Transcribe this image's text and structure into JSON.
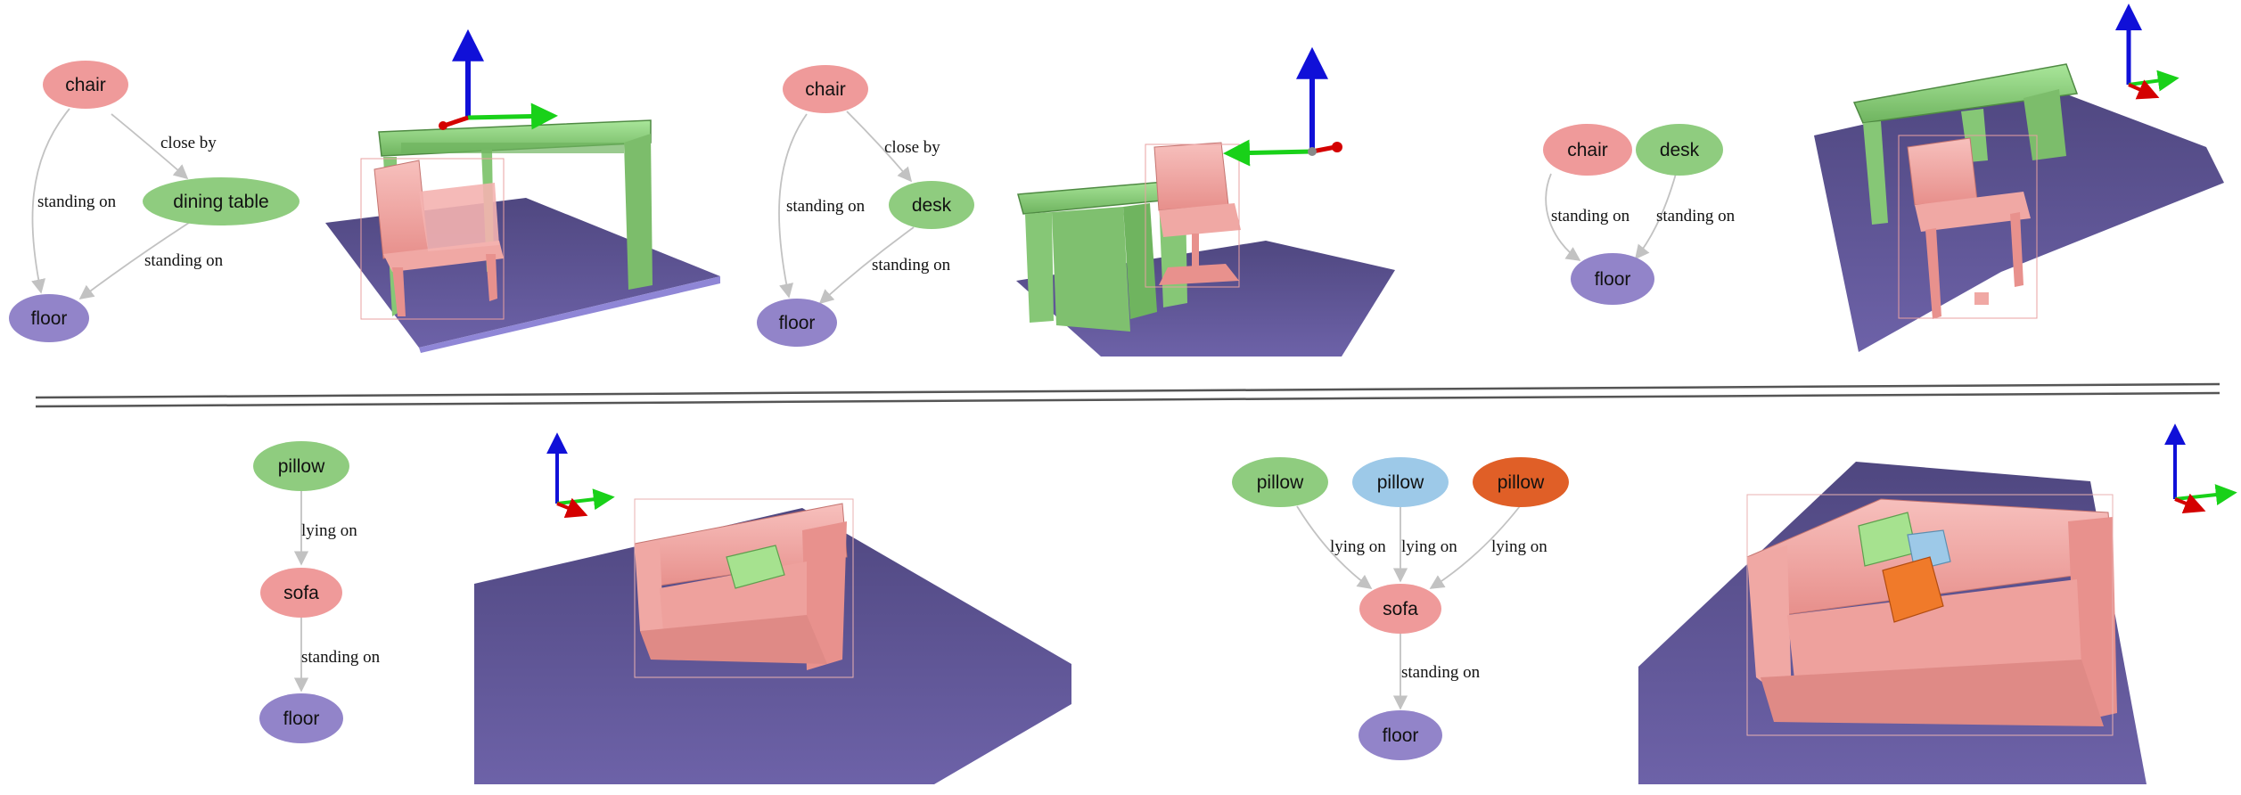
{
  "colors": {
    "pink": "#ef9a9a",
    "green": "#8fcc7f",
    "purple": "#9284c9",
    "blue": "#9dc9e8",
    "orange": "#e05f27",
    "floor": "#5e5394",
    "edge": "#c2c2c2",
    "mesh_pink": "#f2a6a3",
    "mesh_green": "#9fdc8c",
    "axis_x": "#d40000",
    "axis_y": "#19d119",
    "axis_z": "#1010d8"
  },
  "scenes": {
    "s1": {
      "nodes": {
        "chair": "chair",
        "table": "dining table",
        "floor": "floor"
      },
      "edges": {
        "chair_table": "close by",
        "chair_floor": "standing on",
        "table_floor": "standing on"
      }
    },
    "s2": {
      "nodes": {
        "chair": "chair",
        "desk": "desk",
        "floor": "floor"
      },
      "edges": {
        "chair_desk": "close by",
        "chair_floor": "standing on",
        "desk_floor": "standing on"
      }
    },
    "s3": {
      "nodes": {
        "chair": "chair",
        "desk": "desk",
        "floor": "floor"
      },
      "edges": {
        "chair_floor": "standing on",
        "desk_floor": "standing on"
      }
    },
    "s4": {
      "nodes": {
        "pillow": "pillow",
        "sofa": "sofa",
        "floor": "floor"
      },
      "edges": {
        "pillow_sofa": "lying on",
        "sofa_floor": "standing on"
      }
    },
    "s5": {
      "nodes": {
        "pillow1": "pillow",
        "pillow2": "pillow",
        "pillow3": "pillow",
        "sofa": "sofa",
        "floor": "floor"
      },
      "edges": {
        "p1_sofa": "lying on",
        "p2_sofa": "lying on",
        "p3_sofa": "lying on",
        "sofa_floor": "standing on"
      }
    }
  }
}
